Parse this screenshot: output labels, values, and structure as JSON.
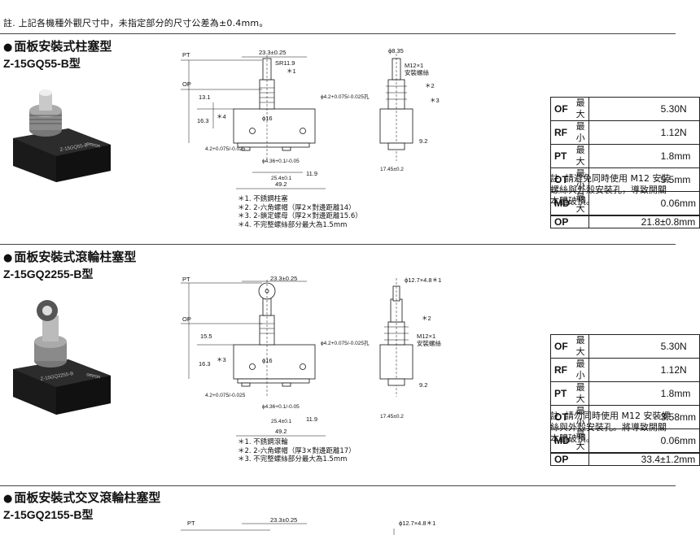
{
  "top_note": "註. 上記各機種外觀尺寸中，未指定部分的尺寸公差為±0.4mm。",
  "bullet": "●",
  "sections": [
    {
      "title": "面板安裝式柱塞型",
      "model": "Z-15GQ55-B型",
      "photo": {
        "label_top": "Z-15GQ55-B",
        "brand": "omron"
      },
      "drawing": {
        "pt": "PT",
        "op": "OP",
        "dim_23_3": "23.3±0.25",
        "sr": "SR11.9",
        "sr_mark": "＊1",
        "dim_13_1": "13.1",
        "dim_16_3": "16.3",
        "mark4": "＊4",
        "phi16": "ϕ16",
        "hole": "ϕ4.2+0.075/-0.025孔",
        "dim_4_2": "4.2+0.075/-0.025",
        "phi436": "ϕ4.36+0.1/-0.05",
        "dim_25_4": "25.4±0.1",
        "dim_11_9": "11.9",
        "dim_49_2": "49.2",
        "side_top": "ϕ8.35",
        "m12": "M12×1",
        "m12b": "安裝螺絲",
        "mark2": "＊2",
        "mark3": "＊3",
        "dim_9_2": "9.2",
        "dim_17_45": "17.45±0.2"
      },
      "notes": [
        "＊1. 不銹鋼柱塞",
        "＊2. 2-六角螺帽（厚2×對邊距離14）",
        "＊3. 2-鎖定螺母（厚2×對邊距離15.6）",
        "＊4. 不完整螺絲部分最大為1.5mm"
      ],
      "specs": [
        {
          "k": "OF",
          "q": "最大",
          "v": "5.30N"
        },
        {
          "k": "RF",
          "q": "最小",
          "v": "1.12N"
        },
        {
          "k": "PT",
          "q": "最大",
          "v": "1.8mm"
        },
        {
          "k": "OT",
          "q": "最小",
          "v": "5.5mm"
        },
        {
          "k": "MD",
          "q": "最大",
          "v": "0.06mm"
        },
        {
          "k": "OP",
          "q": "",
          "v": "21.8±0.8mm"
        }
      ],
      "spec_note": "註. 請避免同時使用 M12 安裝螺絲與外殼安裝孔，導致開關本體破損。"
    },
    {
      "title": "面板安裝式滾輪柱塞型",
      "model": "Z-15GQ2255-B型",
      "photo": {
        "label_top": "Z-15GQ2255-B",
        "brand": "omron"
      },
      "drawing": {
        "pt": "PT",
        "op": "OP",
        "dim_23_3": "23.3±0.25",
        "dim_15_5": "15.5",
        "dim_16_3": "16.3",
        "mark3": "＊3",
        "phi16": "ϕ16",
        "hole": "ϕ4.2+0.075/-0.025孔",
        "dim_4_2": "4.2+0.075/-0.025",
        "phi436": "ϕ4.36+0.1/-0.05",
        "dim_25_4": "25.4±0.1",
        "dim_11_9": "11.9",
        "dim_49_2": "49.2",
        "side_top": "ϕ12.7×4.8＊1",
        "m12": "M12×1",
        "m12b": "安裝螺絲",
        "mark2": "＊2",
        "dim_9_2": "9.2",
        "dim_17_45": "17.45±0.2"
      },
      "notes": [
        "＊1. 不銹鋼滾輪",
        "＊2. 2-六角螺帽（厚3×對邊距離17）",
        "＊3. 不完整螺絲部分最大為1.5mm"
      ],
      "specs": [
        {
          "k": "OF",
          "q": "最大",
          "v": "5.30N"
        },
        {
          "k": "RF",
          "q": "最小",
          "v": "1.12N"
        },
        {
          "k": "PT",
          "q": "最大",
          "v": "1.8mm"
        },
        {
          "k": "OT",
          "q": "最小",
          "v": "3.58mm"
        },
        {
          "k": "MD",
          "q": "最大",
          "v": "0.06mm"
        },
        {
          "k": "OP",
          "q": "",
          "v": "33.4±1.2mm"
        }
      ],
      "spec_note": "註. 請勿同時使用 M12 安裝螺絲與外殼安裝孔。將導致開關本體破損。"
    },
    {
      "title": "面板安裝式交叉滾輪柱塞型",
      "model": "Z-15GQ2155-B型",
      "drawing": {
        "pt": "PT",
        "dim_23_3": "23.3±0.25",
        "side_top": "ϕ12.7×4.8＊1"
      }
    }
  ]
}
